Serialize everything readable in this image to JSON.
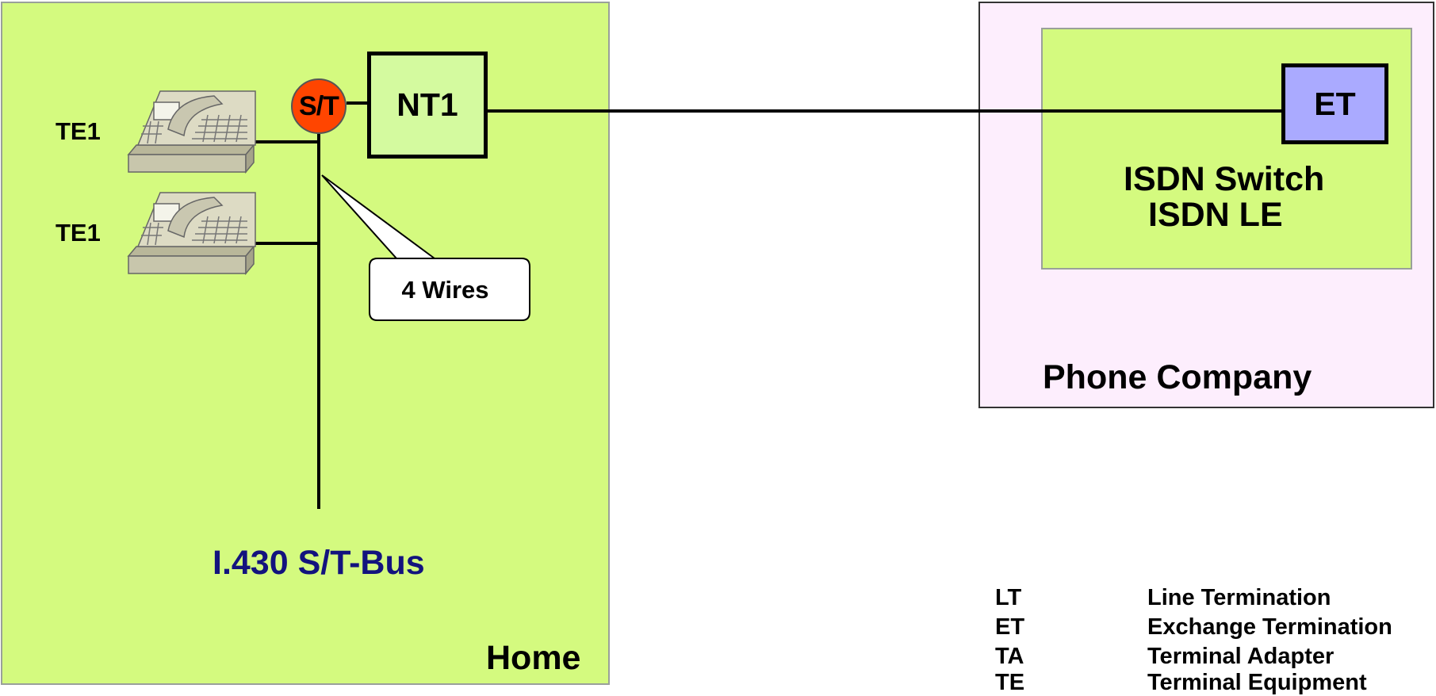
{
  "home": {
    "label": "Home",
    "bus_title": "I.430 S/T-Bus",
    "phone_labels": [
      "TE1",
      "TE1"
    ],
    "st_label": "S/T",
    "nt1_label": "NT1",
    "callout": "4 Wires"
  },
  "phone_company": {
    "label": "Phone Company",
    "switch_line1": "ISDN Switch",
    "switch_line2": "ISDN LE",
    "et_label": "ET"
  },
  "legend": [
    {
      "abbr": "LT",
      "meaning": "Line Termination"
    },
    {
      "abbr": "ET",
      "meaning": "Exchange Termination"
    },
    {
      "abbr": "TA",
      "meaning": "Terminal Adapter"
    },
    {
      "abbr": "TE",
      "meaning": "Terminal Equipment"
    }
  ],
  "colors": {
    "home_bg": "#d4fa7f",
    "phone_company_bg": "#fdeefd",
    "et_bg": "#aaaaff",
    "st_circle": "#ff4500",
    "bus_title": "#13137e"
  },
  "icons": [
    "telephone-icon",
    "telephone-icon"
  ]
}
